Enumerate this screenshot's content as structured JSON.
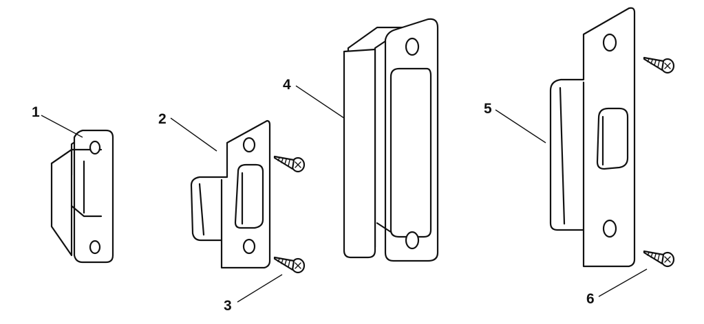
{
  "callouts": [
    {
      "id": "1",
      "label": "1"
    },
    {
      "id": "2",
      "label": "2"
    },
    {
      "id": "3",
      "label": "3"
    },
    {
      "id": "4",
      "label": "4"
    },
    {
      "id": "5",
      "label": "5"
    },
    {
      "id": "6",
      "label": "6"
    }
  ],
  "colors": {
    "line": "#111111",
    "background": "#ffffff"
  },
  "icons": [
    "strike-box-icon",
    "strike-plate-icon",
    "screw-icon",
    "strike-box-large-icon",
    "strike-plate-large-icon"
  ]
}
